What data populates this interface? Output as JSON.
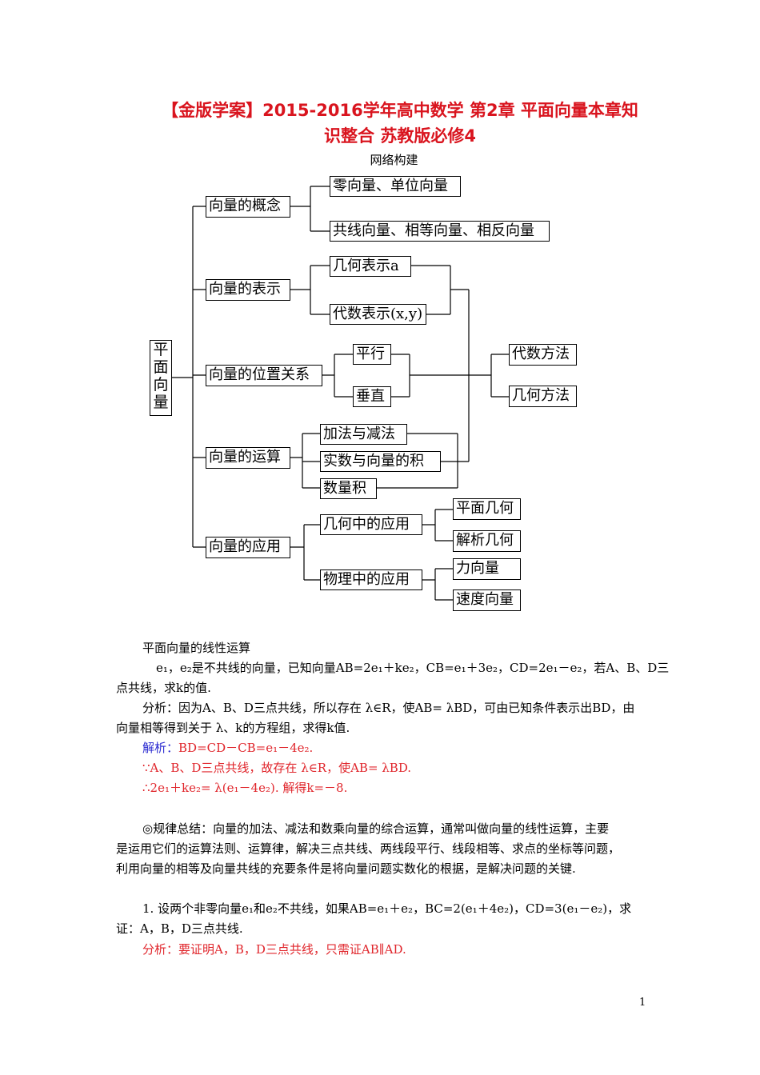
{
  "title": {
    "line1": "【金版学案】2015-2016学年高中数学 第2章 平面向量本章知",
    "line2": "识整合 苏教版必修4"
  },
  "subtitle": "网络构建",
  "diagram": {
    "root": "平面向量",
    "concept": "向量的概念",
    "zero_unit": "零向量、单位向量",
    "collinear": "共线向量、相等向量、相反向量",
    "representation": "向量的表示",
    "geometric_rep": "几何表示a",
    "algebraic_rep": "代数表示(x,y)",
    "position": "向量的位置关系",
    "parallel": "平行",
    "perpendicular": "垂直",
    "algebraic_method": "代数方法",
    "geometric_method": "几何方法",
    "operations": "向量的运算",
    "add_sub": "加法与减法",
    "scalar_mult": "实数与向量的积",
    "dot_product": "数量积",
    "application": "向量的应用",
    "geo_app": "几何中的应用",
    "plane_geo": "平面几何",
    "analytic_geo": "解析几何",
    "phys_app": "物理中的应用",
    "force": "力向量",
    "velocity": "速度向量"
  },
  "body": {
    "section": "平面向量的线性运算",
    "example_lines": [
      "e₁，e₂是不共线的向量，已知向量AB=2e₁＋ke₂，CB=e₁＋3e₂，CD=2e₁－e₂，若A、B、D三",
      "点共线，求k的值."
    ],
    "analysis_lines": [
      "分析：因为A、B、D三点共线，所以存在 λ∈R，使AB= λBD，可由已知条件表示出BD，由",
      "向量相等得到关于 λ、k的方程组，求得k值."
    ],
    "solution_label": "解析：",
    "solution_lines": [
      "BD=CD－CB=e₁－4e₂.",
      "∵A、B、D三点共线，故存在 λ∈R，使AB= λBD.",
      "∴2e₁＋ke₂= λ(e₁－4e₂). 解得k=－8."
    ],
    "summary_lines": [
      "◎规律总结：向量的加法、减法和数乘向量的综合运算，通常叫做向量的线性运算，主要",
      "是运用它们的运算法则、运算律，解决三点共线、两线段平行、线段相等、求点的坐标等问题，",
      "利用向量的相等及向量共线的充要条件是将向量问题实数化的根据，是解决问题的关键."
    ],
    "problem1_lines": [
      "1. 设两个非零向量e₁和e₂不共线，如果AB=e₁＋e₂，BC=2(e₁＋4e₂)，CD=3(e₁－e₂)，求",
      "证：A，B，D三点共线."
    ],
    "problem1_analysis": "分析：要证明A，B，D三点共线，只需证AB∥AD."
  },
  "page_number": "1",
  "colors": {
    "title": "#d9141e",
    "solution": "#e0262c",
    "label_blue": "#2a2ad0"
  }
}
